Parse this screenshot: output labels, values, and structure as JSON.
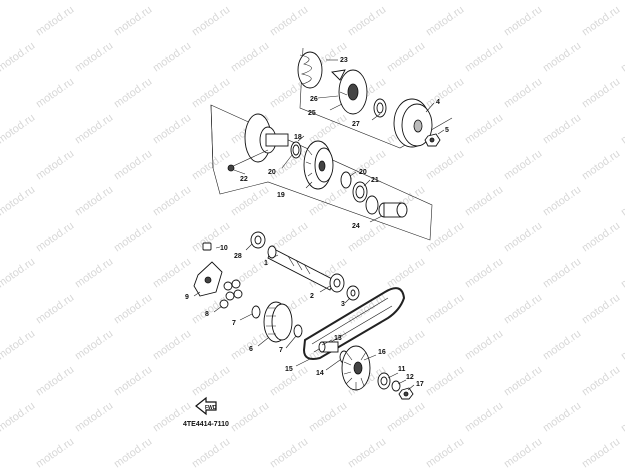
{
  "diagram": {
    "part_code": "4TE4414-7110",
    "fwd_label": "FWD",
    "watermark": "motod.ru",
    "callouts": {
      "p1": "1",
      "p2": "2",
      "p3": "3",
      "p4": "4",
      "p5": "5",
      "p6": "6",
      "p7a": "7",
      "p7b": "7",
      "p8": "8",
      "p9": "9",
      "p10": "10",
      "p11": "11",
      "p12": "12",
      "p13": "13",
      "p14": "14",
      "p15": "15",
      "p16": "16",
      "p17": "17",
      "p18": "18",
      "p19": "19",
      "p20a": "20",
      "p20b": "20",
      "p21": "21",
      "p22": "22",
      "p23": "23",
      "p24": "24",
      "p25": "25",
      "p26": "26",
      "p27": "27",
      "p28": "28"
    }
  }
}
